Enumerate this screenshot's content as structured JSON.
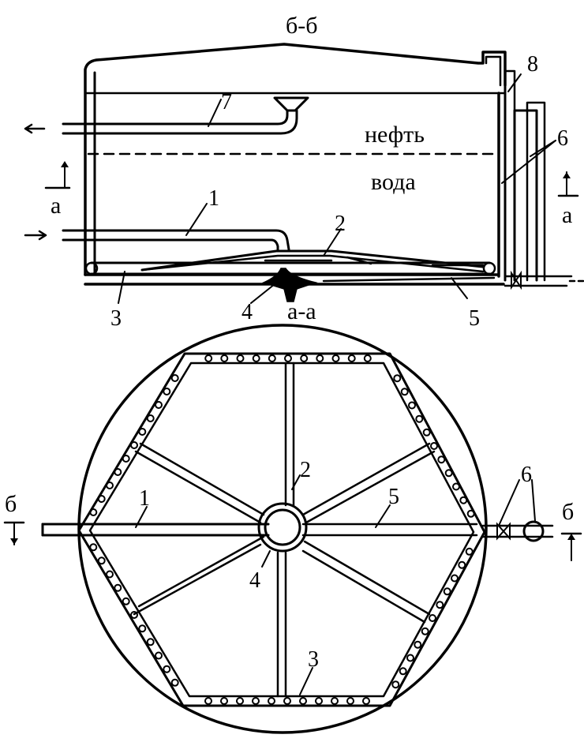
{
  "section_bb": {
    "title": "б-б"
  },
  "section_aa": {
    "title": "а-а"
  },
  "phases": {
    "oil": "нефть",
    "water": "вода"
  },
  "cut_marks": {
    "a_left": "а",
    "a_right": "а",
    "b_left": "б",
    "b_right": "б"
  },
  "side_callouts": {
    "n1": "1",
    "n2": "2",
    "n3": "3",
    "n4": "4",
    "n5": "5",
    "n6": "6",
    "n7": "7",
    "n8": "8"
  },
  "plan_callouts": {
    "n1": "1",
    "n2": "2",
    "n3": "3",
    "n4": "4",
    "n5": "5",
    "n6": "6"
  }
}
